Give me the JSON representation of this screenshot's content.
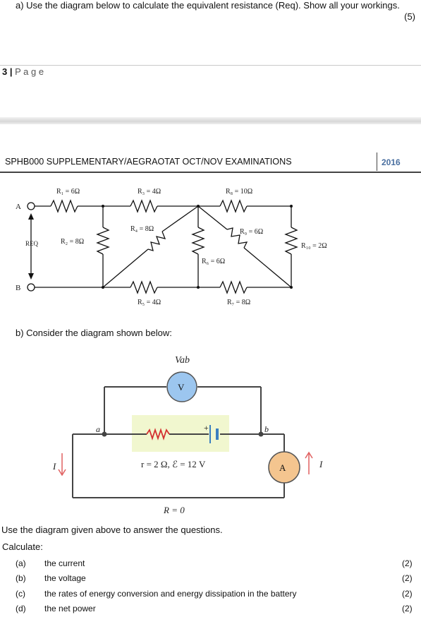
{
  "question_a": {
    "text": "a)  Use the diagram below to calculate the equivalent resistance (Req).  Show all your workings.",
    "marks": "(5)"
  },
  "page": {
    "number": "3 |",
    "label": "P a g e"
  },
  "header": {
    "title": "SPHB000 SUPPLEMENTARY/AEGRAOTAT OCT/NOV EXAMINATIONS",
    "year": "2016"
  },
  "circuit_a": {
    "terminal_a": "A",
    "terminal_b": "B",
    "req": "REQ",
    "r1": "R₁ = 6Ω",
    "r2": "R₂ = 8Ω",
    "r3": "R₃ = 4Ω",
    "r4": "R₄ = 8Ω",
    "r5": "R₅ = 4Ω",
    "r6": "R₆ = 6Ω",
    "r7": "R₇ = 8Ω",
    "r8": "R₈ = 10Ω",
    "r9": "R₉ = 6Ω",
    "r10": "R₁₀ = 2Ω"
  },
  "question_b": {
    "text": "b)  Consider the diagram shown below:"
  },
  "circuit_b": {
    "vab": "Vab",
    "voltmeter": "V",
    "node_a": "a",
    "node_b": "b",
    "battery_label": "r = 2 Ω,  ℰ = 12 V",
    "plus": "+",
    "ammeter": "A",
    "current_left": "I",
    "current_right": "I",
    "resistance": "R = 0"
  },
  "instructions": {
    "use": "Use the diagram given above to answer the questions.",
    "calculate": "Calculate:"
  },
  "items": [
    {
      "label": "(a)",
      "text": "the current",
      "marks": "(2)"
    },
    {
      "label": "(b)",
      "text": "the voltage",
      "marks": "(2)"
    },
    {
      "label": "(c)",
      "text": "the rates of energy conversion and energy dissipation in the battery",
      "marks": "(2)"
    },
    {
      "label": "(d)",
      "text": "the net power",
      "marks": "(2)"
    }
  ]
}
